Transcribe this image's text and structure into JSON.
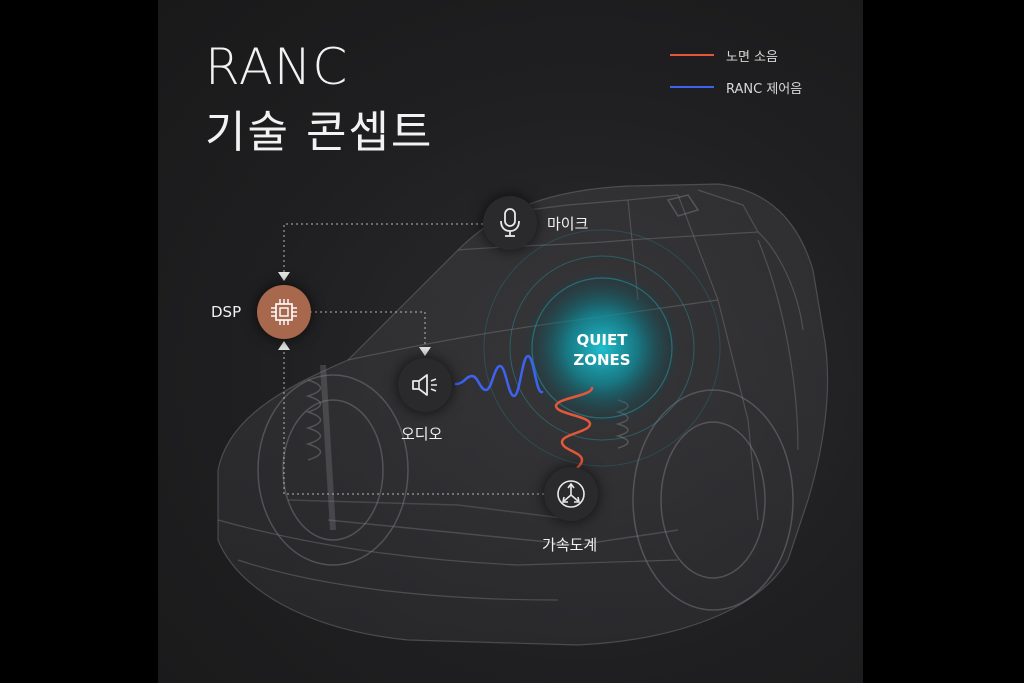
{
  "title": {
    "line1": "RANC",
    "line2": "기술 콘셉트"
  },
  "legend": [
    {
      "label": "노면 소음",
      "color": "#e4573a"
    },
    {
      "label": "RANC 제어음",
      "color": "#3d63f0"
    }
  ],
  "nodes": {
    "mic": {
      "label": "마이크",
      "icon": "microphone-icon"
    },
    "dsp": {
      "label": "DSP",
      "icon": "chip-icon",
      "color": "#a8684e"
    },
    "audio": {
      "label": "오디오",
      "icon": "speaker-icon"
    },
    "accel": {
      "label": "가속도계",
      "icon": "accelerometer-icon"
    }
  },
  "quiet_zone": {
    "line1": "QUIET",
    "line2": "ZONES",
    "color": "#1ec8d8"
  }
}
